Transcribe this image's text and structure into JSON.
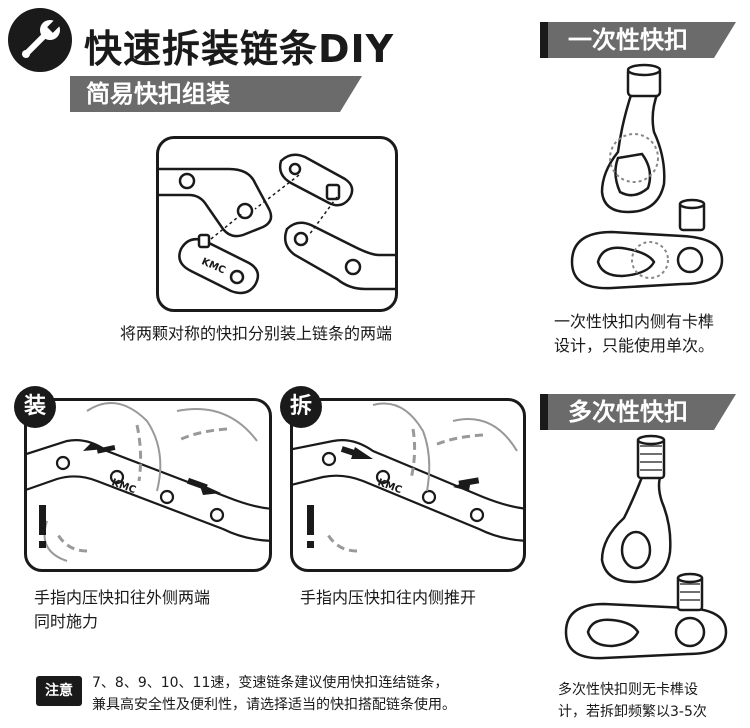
{
  "header": {
    "title": "快速拆装链条DIY",
    "subtitle": "简易快扣组装",
    "logo_icon": "wrench-icon"
  },
  "assembly": {
    "chain_brand": "KMC",
    "caption": "将两颗对称的快扣分别装上链条的两端"
  },
  "install": {
    "badge": "装",
    "chain_brand": "KMC",
    "caption_line1": "手指内压快扣往外侧两端",
    "caption_line2": "同时施力"
  },
  "remove": {
    "badge": "拆",
    "chain_brand": "KMC",
    "caption": "手指内压快扣往内侧推开"
  },
  "single_use": {
    "title": "一次性快扣",
    "caption_line1": "一次性快扣内侧有卡榫",
    "caption_line2": "设计，只能使用单次。"
  },
  "multi_use": {
    "title": "多次性快扣",
    "caption_line1": "多次性快扣则无卡榫设",
    "caption_line2": "计，若拆卸频繁以3-5次"
  },
  "note": {
    "label": "注意",
    "line1": "7、8、9、10、11速，变速链条建议使用快扣连结链条，",
    "line2": "兼具高安全性及便利性，请选择适当的快扣搭配链条使用。"
  },
  "colors": {
    "ribbon": "#6b6b6b",
    "ink": "#1a1a1a"
  }
}
